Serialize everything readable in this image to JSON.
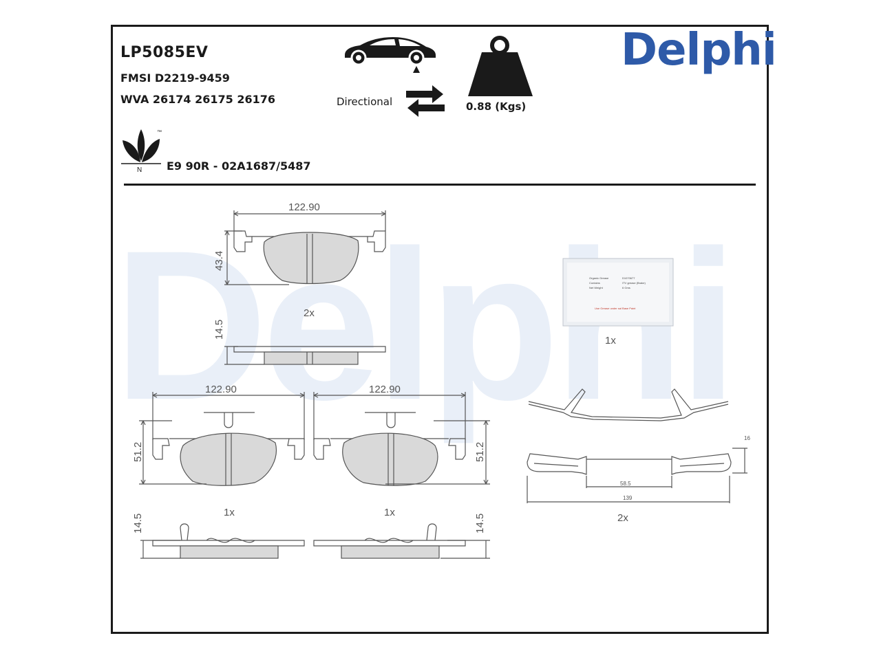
{
  "header": {
    "part_number": "LP5085EV",
    "fmsi": "FMSI D2219-9459",
    "wva": "WVA 26174 26175 26176",
    "ece_r90": "E9 90R - 02A1687/5487",
    "directional_label": "Directional",
    "weight_label": "0.88 (Kgs)",
    "brand": "Delphi",
    "eco_mark_letter": "N",
    "eco_mark_tm": "™"
  },
  "watermark": {
    "text": "Delphi"
  },
  "drawing": {
    "top_pad": {
      "width_dim": "122.90",
      "height_dim": "43.4",
      "thickness_dim": "14.5",
      "qty": "2x"
    },
    "left_pad": {
      "width_dim": "122.90",
      "height_dim": "51.2",
      "thickness_dim": "14.5",
      "qty": "1x"
    },
    "right_pad": {
      "width_dim": "122.90",
      "height_dim": "51.2",
      "thickness_dim": "14.5",
      "qty": "1x"
    },
    "grease": {
      "qty": "1x",
      "lines": [
        "Organic Grease",
        "Contains",
        "Net Weight"
      ],
      "values": [
        "D1070677",
        "ITV grease (Brake)",
        "6 Gms"
      ],
      "warning": "Use Grease under sal Base Paint"
    },
    "spring": {
      "dim_height": "16",
      "dim_inner": "58.5",
      "dim_total": "139",
      "qty": "2x"
    }
  },
  "colors": {
    "brand_blue": "#2e5aa8",
    "watermark": "#e8eef8",
    "pad_fill": "#d9d9d9"
  }
}
